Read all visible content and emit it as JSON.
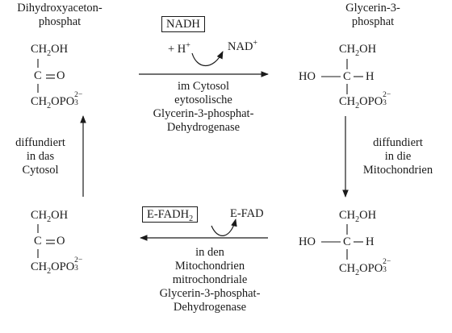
{
  "labels": {
    "dhap_title_1": "Dihydroxyaceton-",
    "dhap_title_2": "phosphat",
    "g3p_title_1": "Glycerin-3-",
    "g3p_title_2": "phosphat",
    "top_enzyme_1": "im Cytosol",
    "top_enzyme_2": "eytosolische",
    "top_enzyme_3": "Glycerin-3-phosphat-",
    "top_enzyme_4": "Dehydrogenase",
    "bottom_enzyme_1": "in den",
    "bottom_enzyme_2": "Mitochondrien",
    "bottom_enzyme_3": "mitrochondriale",
    "bottom_enzyme_4": "Glycerin-3-phosphat-",
    "bottom_enzyme_5": "Dehydrogenase",
    "left_arrow_1": "diffundiert",
    "left_arrow_2": "in das",
    "left_arrow_3": "Cytosol",
    "right_arrow_1": "diffundiert",
    "right_arrow_2": "in die",
    "right_arrow_3": "Mitochondrien"
  },
  "cofactors": {
    "nadh": "NADH",
    "h_plus_base": "+ H",
    "h_plus_sup": "+",
    "nad_base": "NAD",
    "nad_sup": "+",
    "efadh2_base": "E-FADH",
    "efadh2_sub": "2",
    "efad": "E-FAD"
  },
  "chem": {
    "ch": "CH",
    "ch_sub": "2",
    "oh": "OH",
    "c_eq_o": "C",
    "o": "O",
    "opo": "OPO",
    "opo_sub": "3",
    "opo_sup": "2−",
    "ho": "HO",
    "c": "C",
    "h": "H"
  }
}
